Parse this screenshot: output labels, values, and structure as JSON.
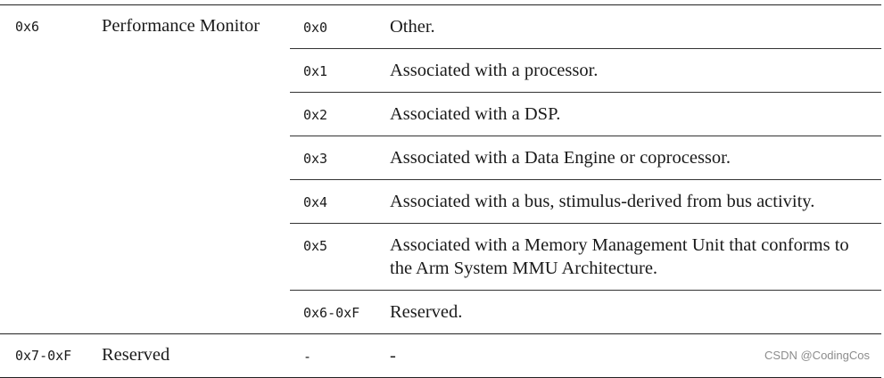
{
  "groups": [
    {
      "code": "0x6",
      "name": "Performance Monitor",
      "rows": [
        {
          "value": "0x0",
          "desc": "Other."
        },
        {
          "value": "0x1",
          "desc": "Associated with a processor."
        },
        {
          "value": "0x2",
          "desc": "Associated with a DSP."
        },
        {
          "value": "0x3",
          "desc": "Associated with a Data Engine or coprocessor."
        },
        {
          "value": "0x4",
          "desc": "Associated with a bus, stimulus-derived from bus activity."
        },
        {
          "value": "0x5",
          "desc": "Associated with a Memory Management Unit that conforms to the Arm System MMU Architecture."
        },
        {
          "value": "0x6-0xF",
          "desc": "Reserved."
        }
      ]
    },
    {
      "code": "0x7-0xF",
      "name": "Reserved",
      "rows": [
        {
          "value": "-",
          "desc": "-"
        }
      ]
    }
  ],
  "watermark": "CSDN @CodingCos"
}
